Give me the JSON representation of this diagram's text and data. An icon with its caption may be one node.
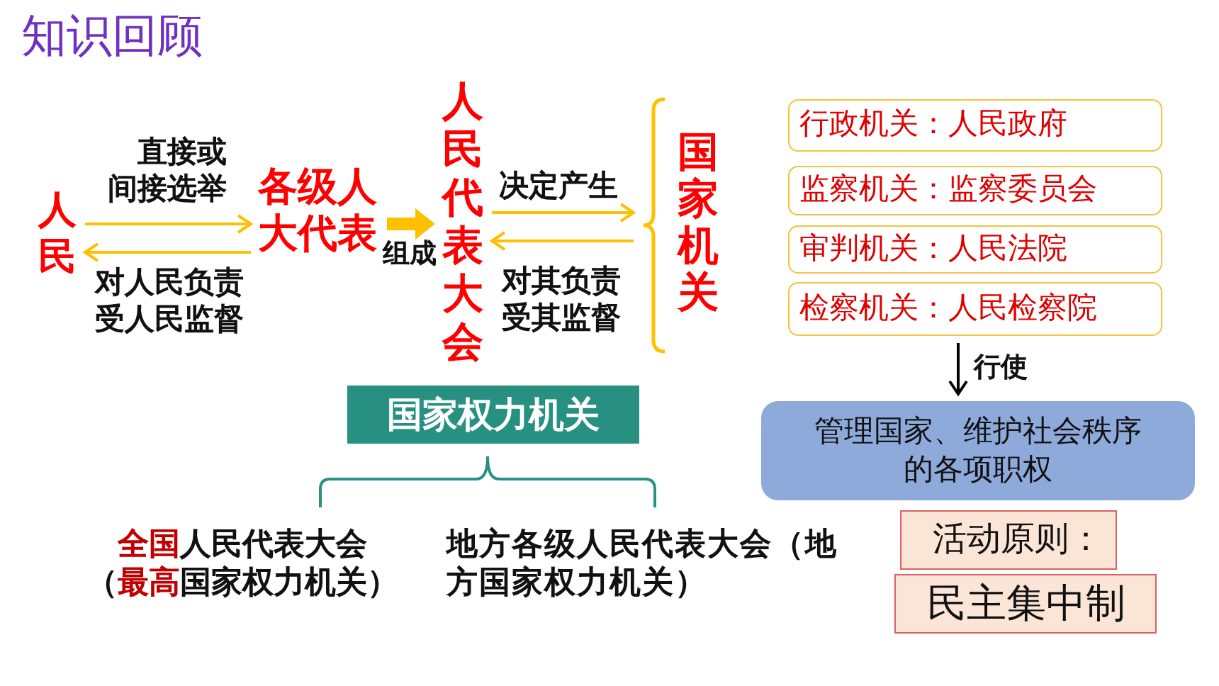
{
  "diagram": {
    "title": "知识回顾",
    "nodes": [
      {
        "text": [
          "人民"
        ]
      },
      {
        "text": [
          "各级人大代表"
        ]
      },
      {
        "text": [
          "人民代表大会"
        ]
      },
      {
        "text": [
          "国家机关"
        ]
      },
      {
        "text": [
          "行政机关：人民政府"
        ]
      },
      {
        "text": [
          "监察机关：监察委员会"
        ]
      },
      {
        "text": [
          "审判机关：人民法院"
        ]
      },
      {
        "text": [
          "检察机关：人民检察院"
        ]
      },
      {
        "text": [
          "国家权力机关"
        ]
      },
      {
        "text": [
          "管理国家、维护社会秩序的各项职权"
        ]
      },
      {
        "text": [
          "活动原则："
        ]
      },
      {
        "text": [
          "民主集中制"
        ]
      }
    ],
    "edges": [
      {
        "from": 0,
        "to": 1,
        "arrow": "to",
        "label": "直接或间接选举"
      },
      {
        "from": 1,
        "to": 0,
        "arrow": "to",
        "label": "对人民负责受人民监督"
      },
      {
        "from": 1,
        "to": 2,
        "arrow": "to",
        "label": "组成",
        "style": "thick"
      },
      {
        "from": 2,
        "to": 3,
        "arrow": "to",
        "label": "决定产生"
      },
      {
        "from": 3,
        "to": 2,
        "arrow": "to",
        "label": "对其负责受其监督"
      },
      {
        "from": 7,
        "to": 9,
        "arrow": "to",
        "label": "行使",
        "color": "#000000"
      }
    ],
    "labels": [
      "**全国**人民代表大会",
      "（**最高**国家权力机关）",
      "地方各级人民代表大会（地方国家权力机关）"
    ]
  }
}
